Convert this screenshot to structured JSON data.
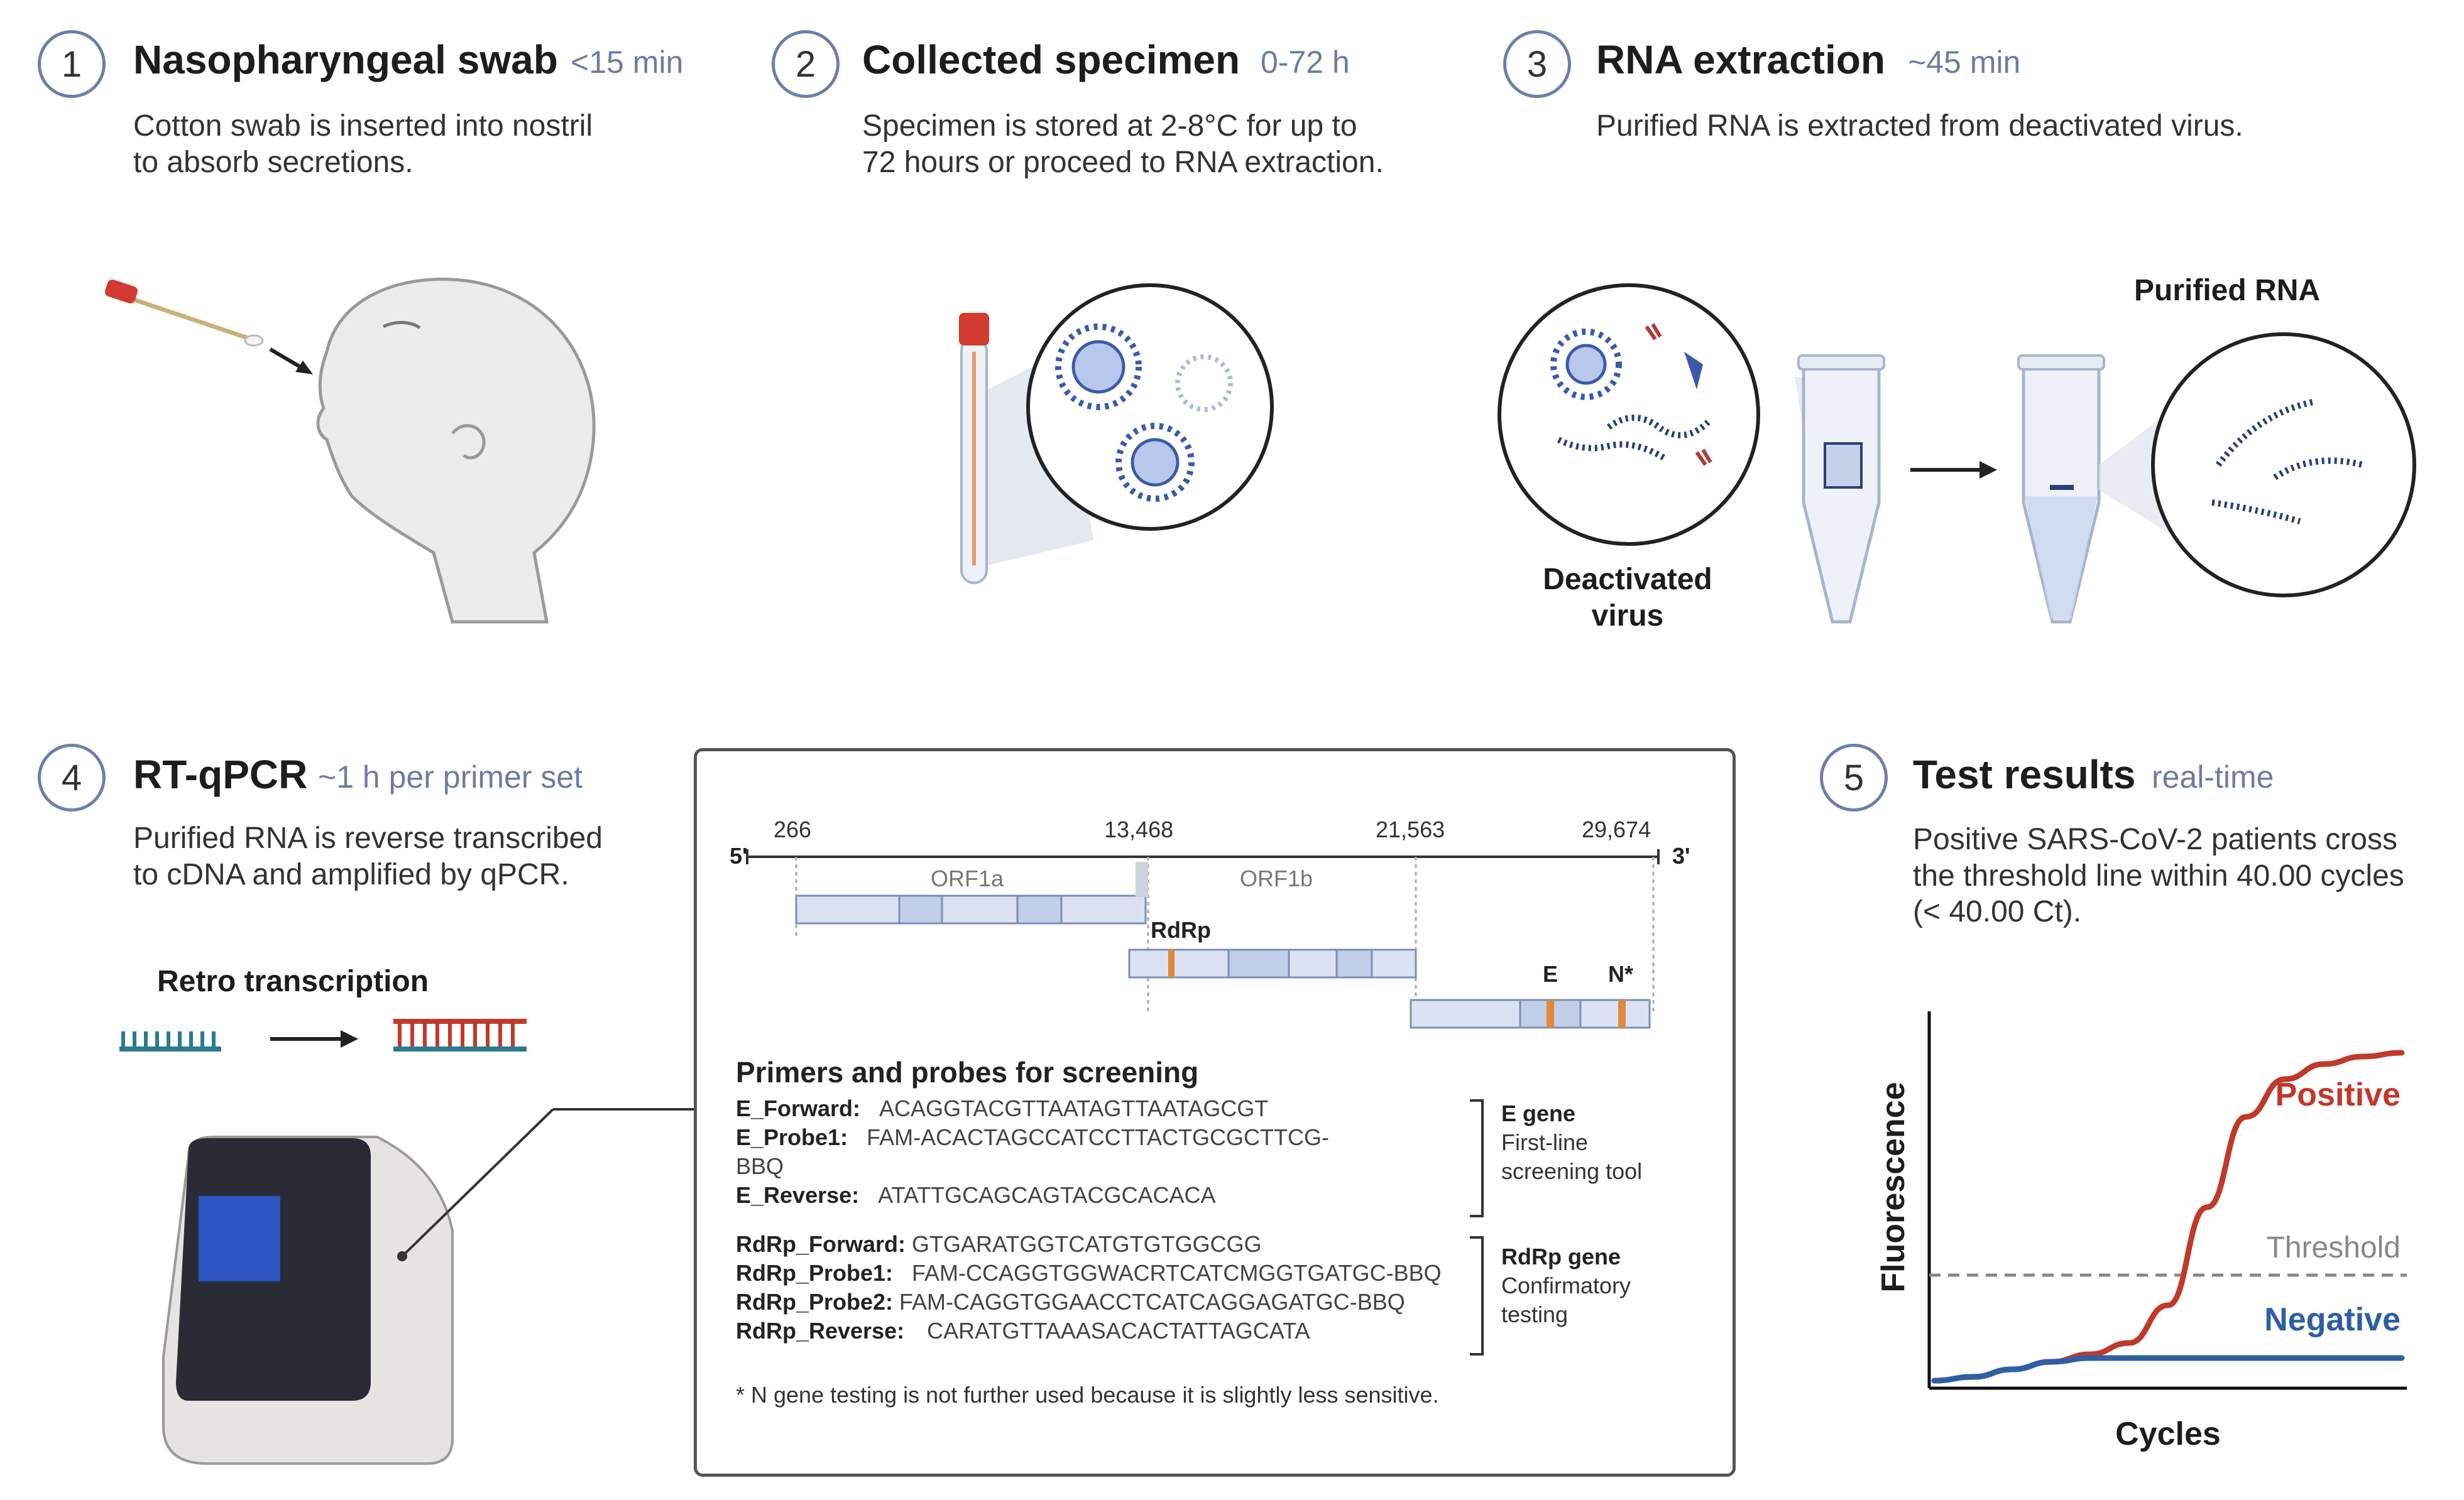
{
  "steps": [
    {
      "number": "1",
      "title": "Nasopharyngeal swab",
      "time": "<15 min",
      "desc_1": "Cotton swab is inserted into nostril",
      "desc_2": "to absorb secretions."
    },
    {
      "number": "2",
      "title": "Collected specimen",
      "time": "0-72 h",
      "desc_1": "Specimen is stored at 2-8°C for up to",
      "desc_2": "72 hours or proceed to RNA extraction."
    },
    {
      "number": "3",
      "title": "RNA extraction",
      "time": "~45 min",
      "desc_1": "Purified RNA is extracted from deactivated virus.",
      "desc_2": ""
    },
    {
      "number": "4",
      "title": "RT-qPCR",
      "time": "~1 h per primer set",
      "desc_1": "Purified RNA is reverse transcribed",
      "desc_2": "to cDNA and amplified by qPCR."
    },
    {
      "number": "5",
      "title": "Test results",
      "time": "real-time",
      "desc_1": "Positive SARS-CoV-2 patients cross",
      "desc_2": "the threshold line within 40.00 cycles",
      "desc_3": "(< 40.00 Ct)."
    }
  ],
  "labels": {
    "purified_rna": "Purified RNA",
    "deactivated_virus_1": "Deactivated",
    "deactivated_virus_2": "virus",
    "retro_transcription": "Retro transcription"
  },
  "genome": {
    "pos_266": "266",
    "pos_13468": "13,468",
    "pos_21563": "21,563",
    "pos_29674": "29,674",
    "five_prime": "5'",
    "three_prime": "3'",
    "orf1a": "ORF1a",
    "orf1b": "ORF1b",
    "rdrp": "RdRp",
    "e": "E",
    "n_star": "N*"
  },
  "primers": {
    "heading": "Primers and probes for screening",
    "e_forward_name": "E_Forward:",
    "e_forward_seq": "ACAGGTACGTTAATAGTTAATAGCGT",
    "e_probe1_name": "E_Probe1:",
    "e_probe1_seq": "FAM-ACACTAGCCATCCTTACTGCGCTTCG-",
    "e_probe1_cont": "BBQ",
    "e_reverse_name": "E_Reverse:",
    "e_reverse_seq": "ATATTGCAGCAGTACGCACACA",
    "rdrp_forward_name": "RdRp_Forward:",
    "rdrp_forward_seq": "GTGARATGGTCATGTGTGGCGG",
    "rdrp_probe1_name": "RdRp_Probe1:",
    "rdrp_probe1_seq": "FAM-CCAGGTGGWACRTCATCMGGTGATGC-BBQ",
    "rdrp_probe2_name": "RdRp_Probe2:",
    "rdrp_probe2_seq": "FAM-CAGGTGGAACCTCATCAGGAGATGC-BBQ",
    "rdrp_reverse_name": "RdRp_Reverse:",
    "rdrp_reverse_seq": "CARATGTTAAASACACTATTAGCATA",
    "e_gene_title": "E gene",
    "e_gene_line1": "First-line",
    "e_gene_line2": "screening tool",
    "rdrp_gene_title": "RdRp gene",
    "rdrp_gene_line1": "Confirmatory",
    "rdrp_gene_line2": "testing",
    "footnote": "* N gene testing is not further used because it is slightly less sensitive."
  },
  "chart_data": {
    "type": "line",
    "title": "",
    "xlabel": "Cycles",
    "ylabel": "Fluorescence",
    "series": [
      {
        "name": "Positive",
        "color": "#c0392b",
        "values": [
          0.02,
          0.03,
          0.05,
          0.07,
          0.09,
          0.12,
          0.22,
          0.48,
          0.72,
          0.82,
          0.86,
          0.88,
          0.89
        ]
      },
      {
        "name": "Negative",
        "color": "#2e5fa3",
        "values": [
          0.02,
          0.03,
          0.05,
          0.07,
          0.08,
          0.08,
          0.08,
          0.08,
          0.08,
          0.08,
          0.08,
          0.08,
          0.08
        ]
      }
    ],
    "threshold": {
      "name": "Threshold",
      "value": 0.3,
      "color": "#888888"
    },
    "ylim": [
      0,
      1
    ],
    "grid": false,
    "axis_ticks": false
  }
}
